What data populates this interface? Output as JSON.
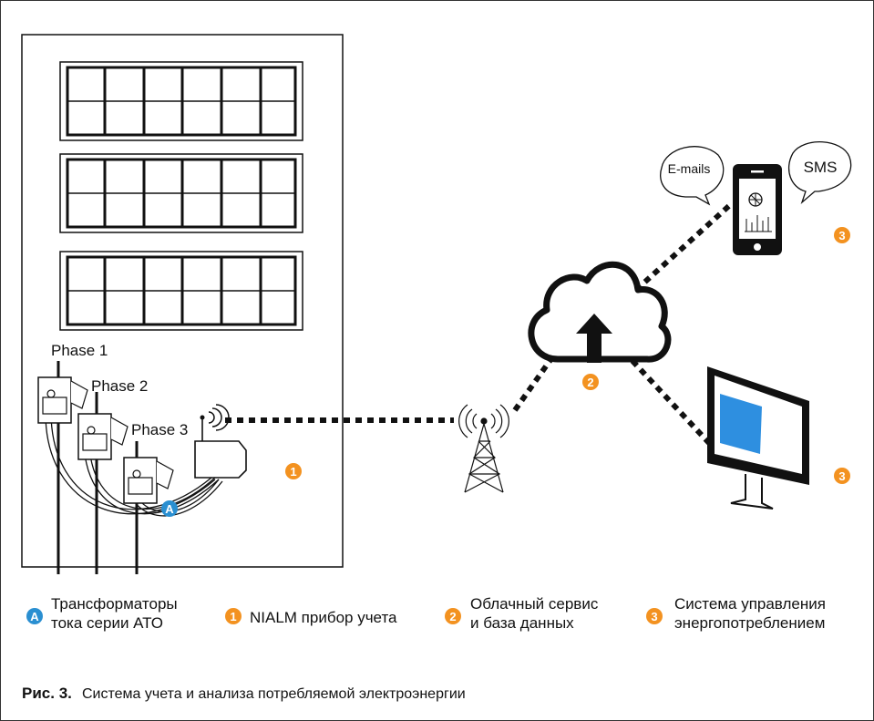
{
  "colors": {
    "marker_orange": "#F39220",
    "marker_blue": "#2A8FD1",
    "monitor_screen": "#2E8FE0",
    "line": "#111111",
    "frame": "#333333"
  },
  "markers": {
    "a": "A",
    "one": "1",
    "two": "2",
    "three": "3"
  },
  "phases": [
    "Phase 1",
    "Phase 2",
    "Phase 3"
  ],
  "bubbles": {
    "email": "E-mails",
    "sms": "SMS"
  },
  "legend": [
    {
      "marker": "A",
      "color": "#2A8FD1",
      "lines": [
        "Трансформаторы",
        "тока серии АТО"
      ]
    },
    {
      "marker": "1",
      "color": "#F39220",
      "lines": [
        "NIALM прибор учета"
      ]
    },
    {
      "marker": "2",
      "color": "#F39220",
      "lines": [
        "Облачный сервис",
        "и база данных"
      ]
    },
    {
      "marker": "3",
      "color": "#F39220",
      "lines": [
        "Система управления",
        "энергопотреблением"
      ]
    }
  ],
  "caption": {
    "label": "Рис. 3.",
    "text": "Система учета и анализа потребляемой электроэнергии"
  }
}
